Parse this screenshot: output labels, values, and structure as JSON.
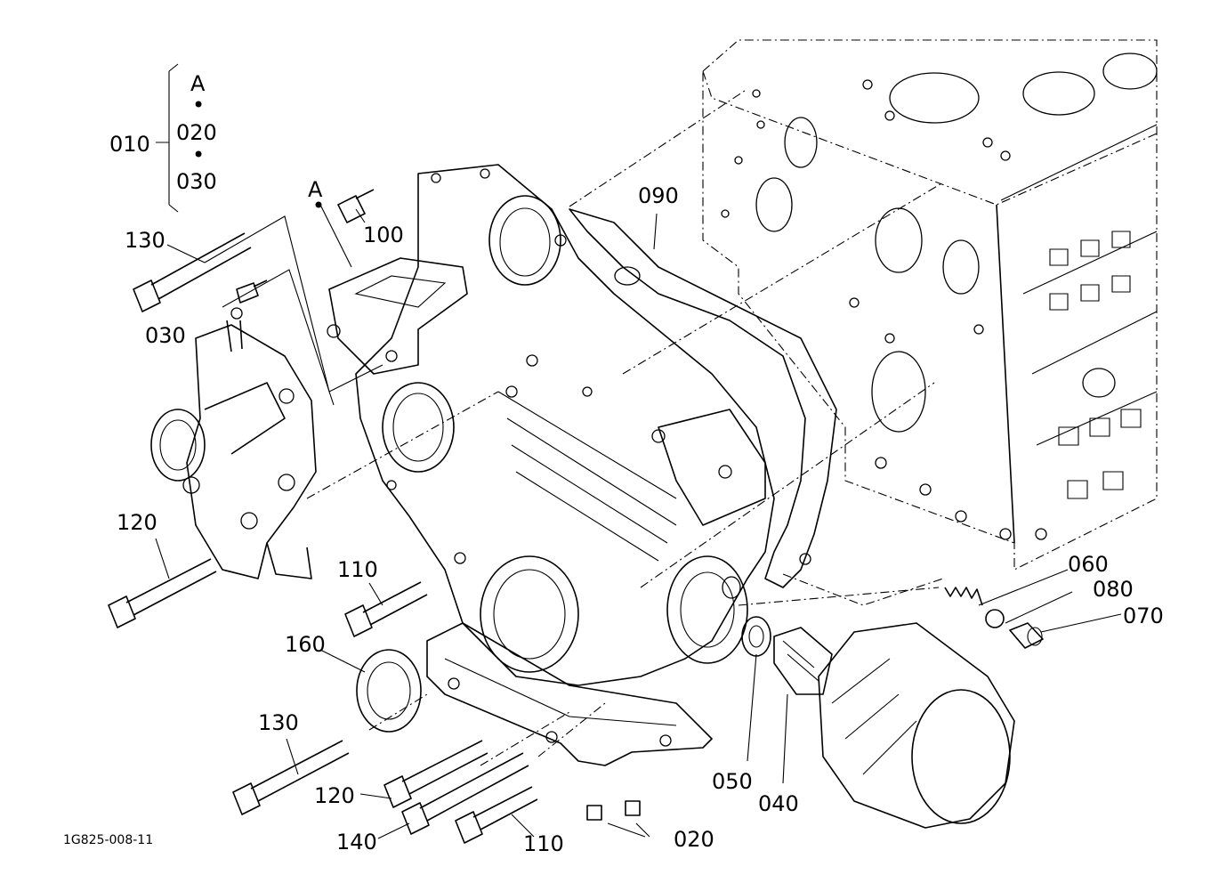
{
  "figure_code": "1G825-008-11",
  "bracket": {
    "assembly": "010",
    "items": [
      "A",
      "•",
      "020",
      "•",
      "030"
    ]
  },
  "ref_marker": "A",
  "callouts": {
    "c130_top": "130",
    "c100": "100",
    "c090": "090",
    "c030": "030",
    "c120_left": "120",
    "c110_mid": "110",
    "c160": "160",
    "c130_bottom": "130",
    "c120_bottom": "120",
    "c140": "140",
    "c110_bottom": "110",
    "c020": "020",
    "c050": "050",
    "c040": "040",
    "c060": "060",
    "c080": "080",
    "c070": "070"
  }
}
